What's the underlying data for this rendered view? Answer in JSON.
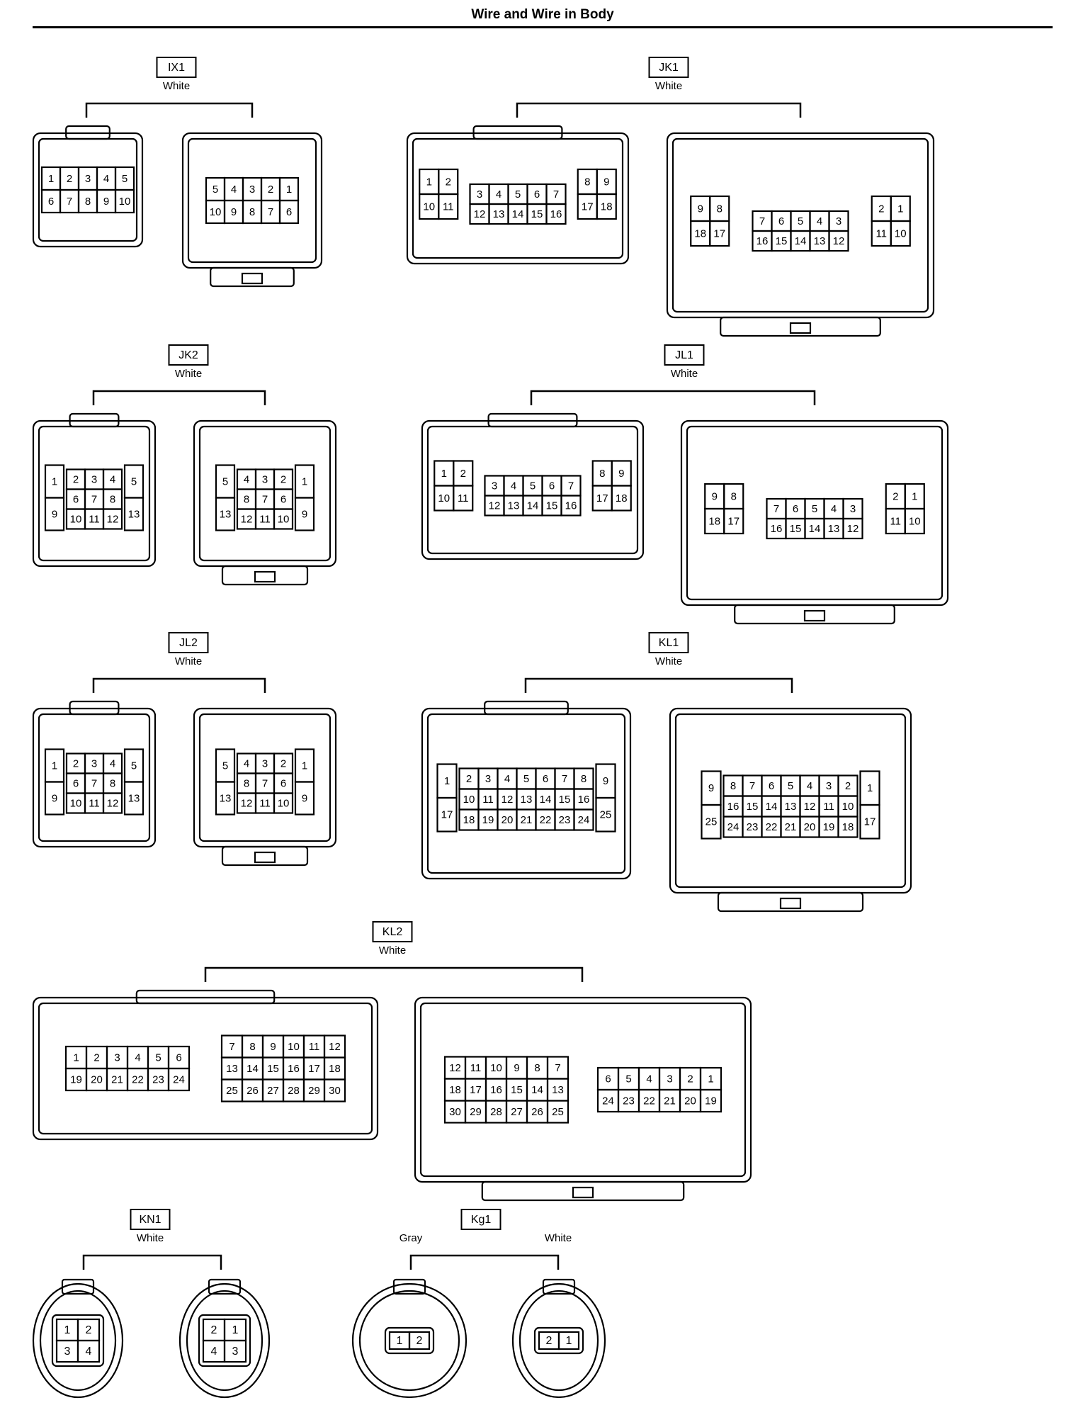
{
  "page": {
    "title": "Wire and Wire in Body"
  },
  "connectors": [
    {
      "code": "IX1",
      "colors": [
        "White"
      ],
      "views": [
        {
          "shape": "rect",
          "rows": [
            [
              "1",
              "2",
              "3",
              "4",
              "5"
            ],
            [
              "6",
              "7",
              "8",
              "9",
              "10"
            ]
          ]
        },
        {
          "shape": "rect-tab",
          "rows": [
            [
              "5",
              "4",
              "3",
              "2",
              "1"
            ],
            [
              "10",
              "9",
              "8",
              "7",
              "6"
            ]
          ]
        }
      ]
    },
    {
      "code": "JK1",
      "colors": [
        "White"
      ],
      "views": [
        {
          "shape": "rect",
          "left": [
            [
              "1",
              "2"
            ],
            [
              "10",
              "11"
            ]
          ],
          "center": [
            [
              "3",
              "4",
              "5",
              "6",
              "7"
            ],
            [
              "12",
              "13",
              "14",
              "15",
              "16"
            ]
          ],
          "right": [
            [
              "8",
              "9"
            ],
            [
              "17",
              "18"
            ]
          ]
        },
        {
          "shape": "rect-tab",
          "left": [
            [
              "9",
              "8"
            ],
            [
              "18",
              "17"
            ]
          ],
          "center": [
            [
              "7",
              "6",
              "5",
              "4",
              "3"
            ],
            [
              "16",
              "15",
              "14",
              "13",
              "12"
            ]
          ],
          "right": [
            [
              "2",
              "1"
            ],
            [
              "11",
              "10"
            ]
          ]
        }
      ]
    },
    {
      "code": "JK2",
      "colors": [
        "White"
      ],
      "views": [
        {
          "shape": "rect",
          "side_left": [
            "1",
            "9"
          ],
          "rows": [
            [
              "2",
              "3",
              "4"
            ],
            [
              "6",
              "7",
              "8"
            ],
            [
              "10",
              "11",
              "12"
            ]
          ],
          "side_right": [
            "5",
            "13"
          ]
        },
        {
          "shape": "rect-tab",
          "side_left": [
            "5",
            "13"
          ],
          "rows": [
            [
              "4",
              "3",
              "2"
            ],
            [
              "8",
              "7",
              "6"
            ],
            [
              "12",
              "11",
              "10"
            ]
          ],
          "side_right": [
            "1",
            "9"
          ]
        }
      ]
    },
    {
      "code": "JL1",
      "colors": [
        "White"
      ],
      "views": [
        {
          "shape": "rect",
          "left": [
            [
              "1",
              "2"
            ],
            [
              "10",
              "11"
            ]
          ],
          "center": [
            [
              "3",
              "4",
              "5",
              "6",
              "7"
            ],
            [
              "12",
              "13",
              "14",
              "15",
              "16"
            ]
          ],
          "right": [
            [
              "8",
              "9"
            ],
            [
              "17",
              "18"
            ]
          ]
        },
        {
          "shape": "rect-tab",
          "left": [
            [
              "9",
              "8"
            ],
            [
              "18",
              "17"
            ]
          ],
          "center": [
            [
              "7",
              "6",
              "5",
              "4",
              "3"
            ],
            [
              "16",
              "15",
              "14",
              "13",
              "12"
            ]
          ],
          "right": [
            [
              "2",
              "1"
            ],
            [
              "11",
              "10"
            ]
          ]
        }
      ]
    },
    {
      "code": "JL2",
      "colors": [
        "White"
      ],
      "views": [
        {
          "shape": "rect",
          "side_left": [
            "1",
            "9"
          ],
          "rows": [
            [
              "2",
              "3",
              "4"
            ],
            [
              "6",
              "7",
              "8"
            ],
            [
              "10",
              "11",
              "12"
            ]
          ],
          "side_right": [
            "5",
            "13"
          ]
        },
        {
          "shape": "rect-tab",
          "side_left": [
            "5",
            "13"
          ],
          "rows": [
            [
              "4",
              "3",
              "2"
            ],
            [
              "8",
              "7",
              "6"
            ],
            [
              "12",
              "11",
              "10"
            ]
          ],
          "side_right": [
            "1",
            "9"
          ]
        }
      ]
    },
    {
      "code": "KL1",
      "colors": [
        "White"
      ],
      "views": [
        {
          "shape": "rect",
          "side_left": [
            "1",
            "17"
          ],
          "rows": [
            [
              "2",
              "3",
              "4",
              "5",
              "6",
              "7",
              "8"
            ],
            [
              "10",
              "11",
              "12",
              "13",
              "14",
              "15",
              "16"
            ],
            [
              "18",
              "19",
              "20",
              "21",
              "22",
              "23",
              "24"
            ]
          ],
          "side_right": [
            "9",
            "25"
          ]
        },
        {
          "shape": "rect-tab",
          "side_left": [
            "9",
            "25"
          ],
          "rows": [
            [
              "8",
              "7",
              "6",
              "5",
              "4",
              "3",
              "2"
            ],
            [
              "16",
              "15",
              "14",
              "13",
              "12",
              "11",
              "10"
            ],
            [
              "24",
              "23",
              "22",
              "21",
              "20",
              "19",
              "18"
            ]
          ],
          "side_right": [
            "1",
            "17"
          ]
        }
      ]
    },
    {
      "code": "KL2",
      "colors": [
        "White"
      ],
      "views": [
        {
          "shape": "long",
          "blockA": [
            [
              "1",
              "2",
              "3",
              "4",
              "5",
              "6"
            ],
            [
              "19",
              "20",
              "21",
              "22",
              "23",
              "24"
            ]
          ],
          "blockB": [
            [
              "7",
              "8",
              "9",
              "10",
              "11",
              "12"
            ],
            [
              "13",
              "14",
              "15",
              "16",
              "17",
              "18"
            ],
            [
              "25",
              "26",
              "27",
              "28",
              "29",
              "30"
            ]
          ]
        },
        {
          "shape": "long-tab",
          "blockA": [
            [
              "12",
              "11",
              "10",
              "9",
              "8",
              "7"
            ],
            [
              "18",
              "17",
              "16",
              "15",
              "14",
              "13"
            ],
            [
              "30",
              "29",
              "28",
              "27",
              "26",
              "25"
            ]
          ],
          "blockB": [
            [
              "6",
              "5",
              "4",
              "3",
              "2",
              "1"
            ],
            [
              "24",
              "23",
              "22",
              "21",
              "20",
              "19"
            ]
          ]
        }
      ]
    },
    {
      "code": "KN1",
      "colors": [
        "White"
      ],
      "views": [
        {
          "shape": "round",
          "rows": [
            [
              "1",
              "2"
            ],
            [
              "3",
              "4"
            ]
          ]
        },
        {
          "shape": "round",
          "rows": [
            [
              "2",
              "1"
            ],
            [
              "4",
              "3"
            ]
          ]
        }
      ]
    },
    {
      "code": "Kg1",
      "colors": [
        "Gray",
        "White"
      ],
      "views": [
        {
          "shape": "round",
          "rows": [
            [
              "1",
              "2"
            ]
          ]
        },
        {
          "shape": "round",
          "rows": [
            [
              "2",
              "1"
            ]
          ]
        }
      ]
    }
  ]
}
